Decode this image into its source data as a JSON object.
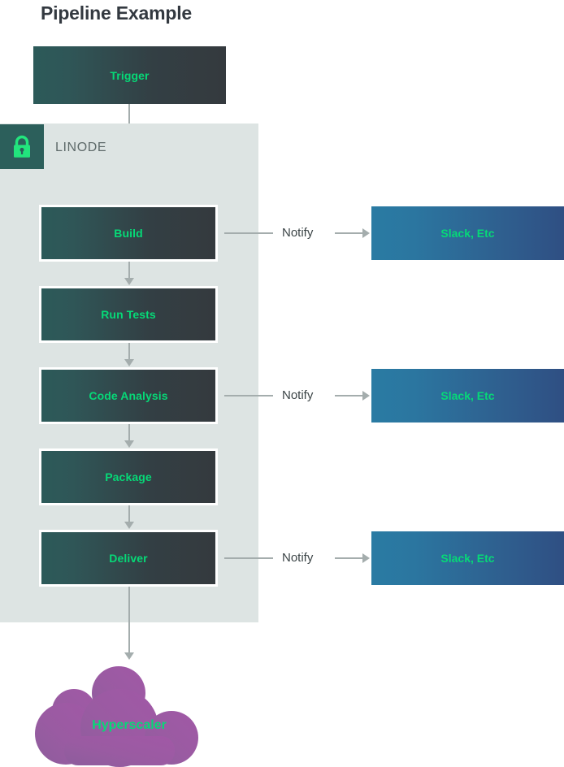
{
  "title": "Pipeline Example",
  "colors": {
    "background": "#ffffff",
    "panel": "#dde4e3",
    "stage_gradient_start": "#2c5a59",
    "stage_gradient_end": "#343a3e",
    "notify_gradient_start": "#2a7ba3",
    "notify_gradient_end": "#2f4f83",
    "accent_green": "#06d977",
    "lock_badge": "#2c5f5b",
    "connector": "#a4adad",
    "cloud_purple": "#9a5ba2",
    "title_text": "#333940",
    "panel_label_text": "#5e6a6a"
  },
  "trigger": {
    "label": "Trigger"
  },
  "panel": {
    "name": "LINODE",
    "icon": "lock-icon"
  },
  "stages": [
    {
      "label": "Build"
    },
    {
      "label": "Run Tests"
    },
    {
      "label": "Code Analysis"
    },
    {
      "label": "Package"
    },
    {
      "label": "Deliver"
    }
  ],
  "notifications": [
    {
      "edge_label": "Notify",
      "target_label": "Slack, Etc",
      "from_stage": "Build"
    },
    {
      "edge_label": "Notify",
      "target_label": "Slack, Etc",
      "from_stage": "Code Analysis"
    },
    {
      "edge_label": "Notify",
      "target_label": "Slack, Etc",
      "from_stage": "Deliver"
    }
  ],
  "cloud": {
    "label": "Hyperscaler"
  }
}
